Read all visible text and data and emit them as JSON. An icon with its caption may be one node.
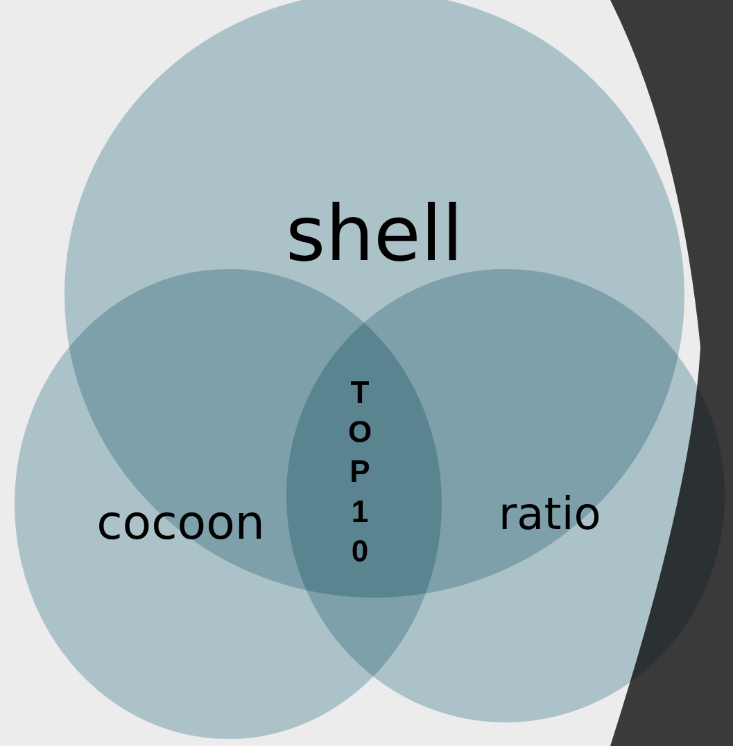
{
  "diagram": {
    "nodes": [
      {
        "text": [
          "shell"
        ]
      },
      {
        "text": [
          "cocoon"
        ]
      },
      {
        "text": [
          "ratio"
        ]
      }
    ],
    "labels": [
      "TOP10"
    ]
  }
}
